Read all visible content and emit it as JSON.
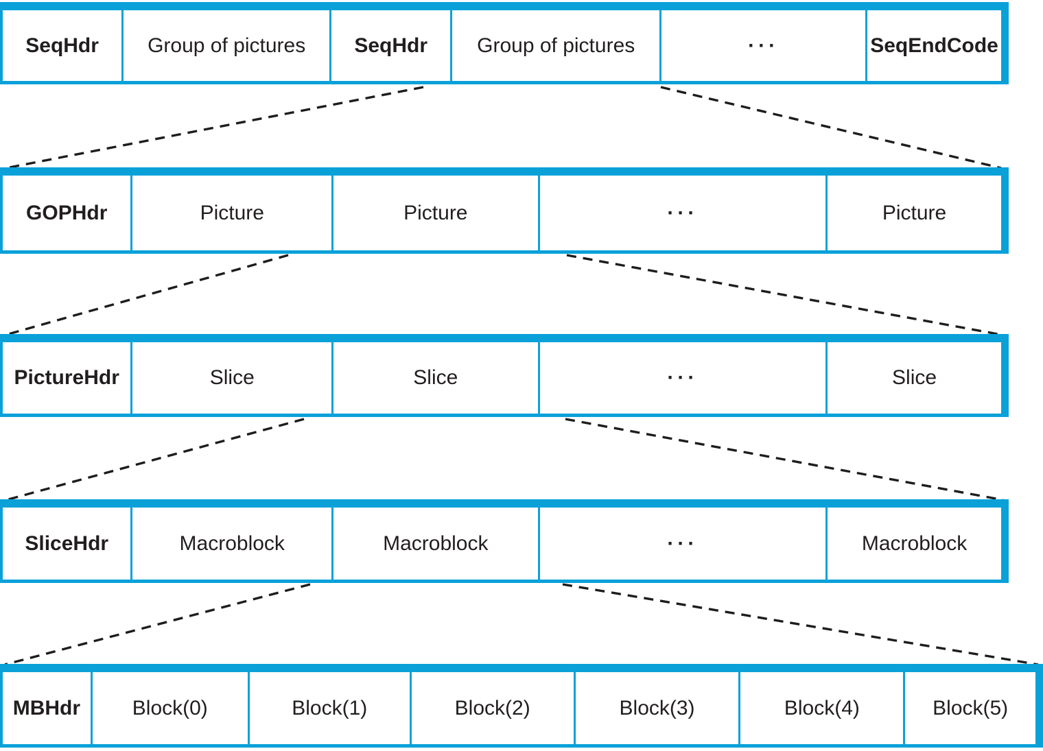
{
  "colors": {
    "box_border": "#0aa1d9",
    "text": "#221e1f",
    "dashed_line": "#1d1d1b",
    "background": "#ffffff"
  },
  "rows": [
    {
      "name": "sequence-layer",
      "cells": [
        {
          "label": "SeqHdr",
          "bold": true
        },
        {
          "label": "Group of pictures",
          "bold": false
        },
        {
          "label": "SeqHdr",
          "bold": true
        },
        {
          "label": "Group of pictures",
          "bold": false
        },
        {
          "label": "···",
          "bold": false
        },
        {
          "label": "SeqEndCode",
          "bold": true
        }
      ]
    },
    {
      "name": "gop-layer",
      "cells": [
        {
          "label": "GOPHdr",
          "bold": true
        },
        {
          "label": "Picture",
          "bold": false
        },
        {
          "label": "Picture",
          "bold": false
        },
        {
          "label": "···",
          "bold": false
        },
        {
          "label": "Picture",
          "bold": false
        }
      ]
    },
    {
      "name": "picture-layer",
      "cells": [
        {
          "label": "PictureHdr",
          "bold": true
        },
        {
          "label": "Slice",
          "bold": false
        },
        {
          "label": "Slice",
          "bold": false
        },
        {
          "label": "···",
          "bold": false
        },
        {
          "label": "Slice",
          "bold": false
        }
      ]
    },
    {
      "name": "slice-layer",
      "cells": [
        {
          "label": "SliceHdr",
          "bold": true
        },
        {
          "label": "Macroblock",
          "bold": false
        },
        {
          "label": "Macroblock",
          "bold": false
        },
        {
          "label": "···",
          "bold": false
        },
        {
          "label": "Macroblock",
          "bold": false
        }
      ]
    },
    {
      "name": "macroblock-layer",
      "cells": [
        {
          "label": "MBHdr",
          "bold": true
        },
        {
          "label": "Block(0)",
          "bold": false
        },
        {
          "label": "Block(1)",
          "bold": false
        },
        {
          "label": "Block(2)",
          "bold": false
        },
        {
          "label": "Block(3)",
          "bold": false
        },
        {
          "label": "Block(4)",
          "bold": false
        },
        {
          "label": "Block(5)",
          "bold": false
        }
      ]
    }
  ]
}
